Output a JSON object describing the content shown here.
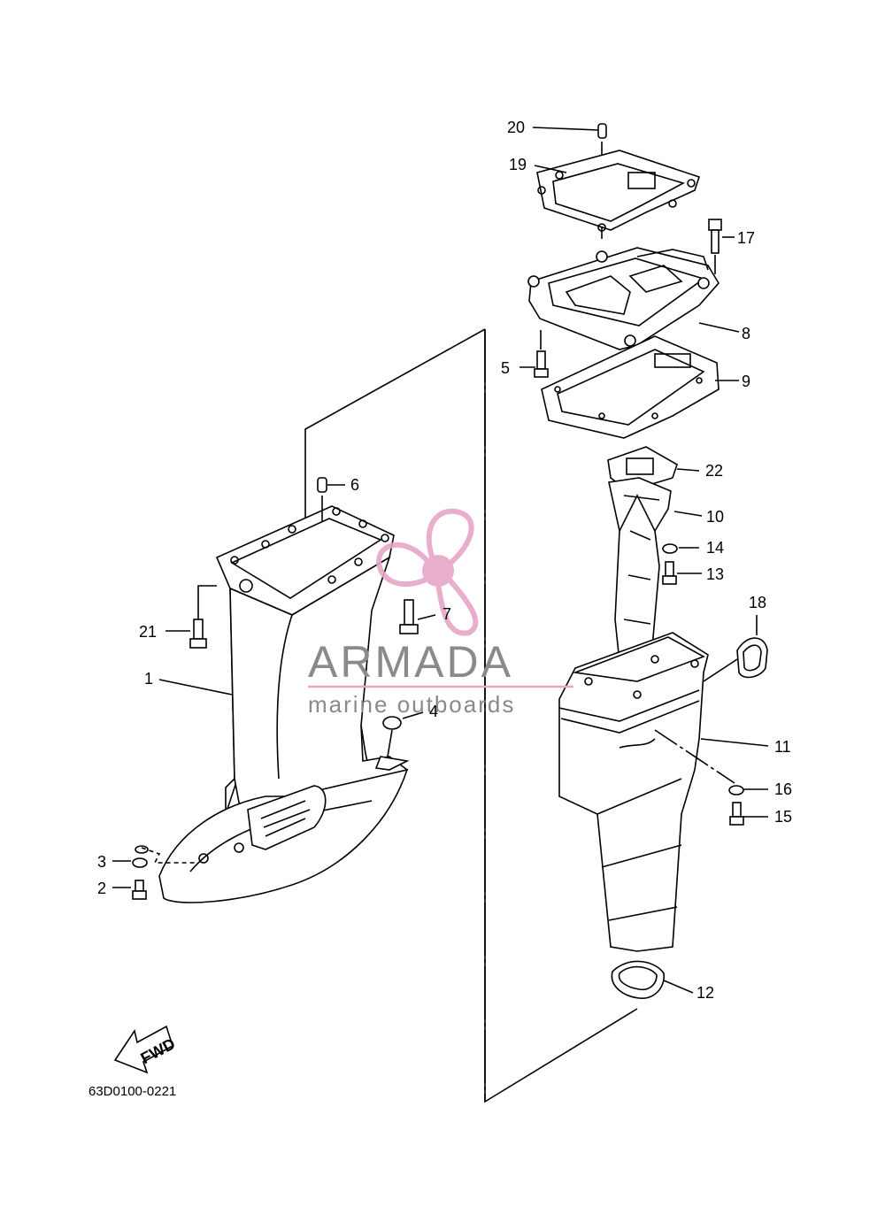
{
  "diagram": {
    "part_code": "63D0100-0221",
    "fwd_label": "FWD",
    "callouts": [
      "1",
      "2",
      "3",
      "4",
      "5",
      "6",
      "7",
      "8",
      "9",
      "10",
      "11",
      "12",
      "13",
      "14",
      "15",
      "16",
      "17",
      "18",
      "19",
      "20",
      "21",
      "22"
    ]
  },
  "watermark": {
    "name": "ARMADA",
    "tagline": "marine outboards",
    "colors": {
      "name": "#8a8a8a",
      "tagline": "#8a8a8a",
      "logo": "#e8a6c8",
      "rule": "#e8a6c8"
    }
  },
  "colors": {
    "ink": "#000000",
    "background": "#ffffff"
  }
}
